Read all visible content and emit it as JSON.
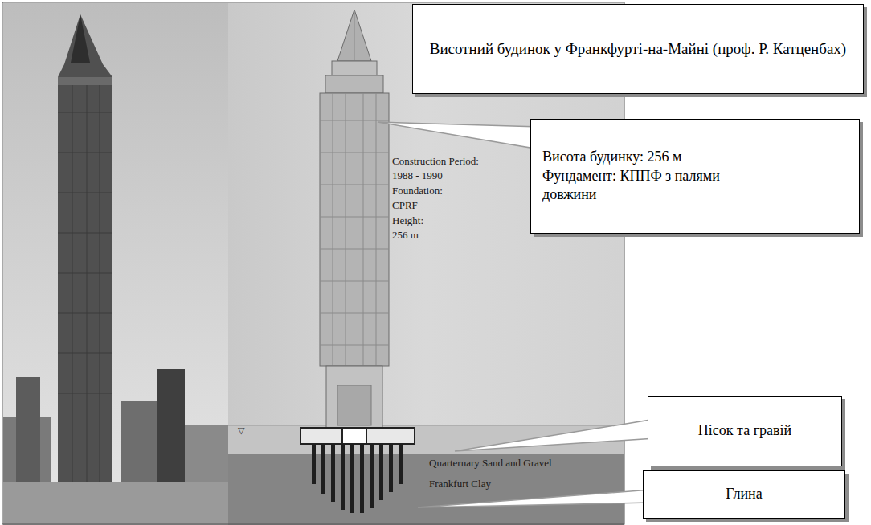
{
  "diagram": {
    "nodes": [
      {
        "text": [
          "Висотний будинок у Франкфурті-на-Майні (проф. Р. Катценбах)"
        ]
      },
      {
        "text": [
          "Висота будинку: 256 м",
          "Фундамент: КППФ з палями довжини"
        ]
      },
      {
        "text": [
          "Пісок та гравій"
        ]
      },
      {
        "text": [
          "Глина"
        ]
      }
    ],
    "labels": [
      "Construction Period:",
      "1988 - 1990",
      "Foundation:",
      "CPRF",
      "Height:",
      "256 m",
      "Quarternary Sand and Gravel",
      "Frankfurt Clay"
    ]
  }
}
